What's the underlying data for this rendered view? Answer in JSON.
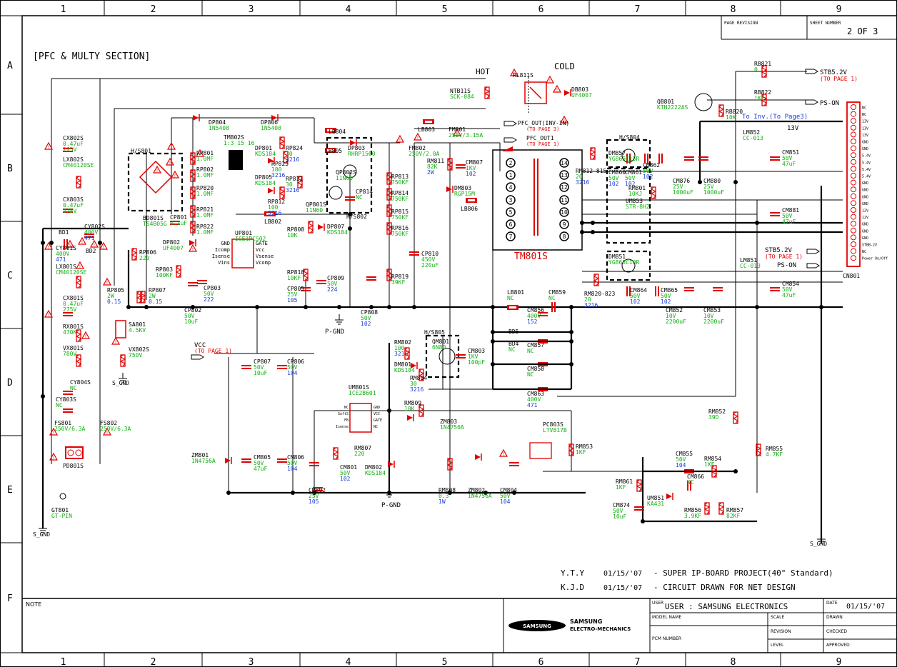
{
  "frame": {
    "columns": [
      "1",
      "2",
      "3",
      "4",
      "5",
      "6",
      "7",
      "8",
      "9"
    ],
    "rows": [
      "A",
      "B",
      "C",
      "D",
      "E",
      "F"
    ],
    "page_revision_label": "PAGE REVISION",
    "sheet_number_label": "SHEET NUMBER",
    "sheet_number": "2 OF 3"
  },
  "section_title": "[PFC & MULTY SECTION]",
  "labels": {
    "hot": "HOT",
    "cold": "COLD",
    "to_inv": "To Inv.(To Page3)",
    "v13": "13V",
    "p_gnd": "P-GND",
    "s_gnd": "S_GND",
    "tm801s": "TM801S",
    "vcc": "VCC",
    "to_page1": "(TO PAGE 1)"
  },
  "connectors": {
    "stb5v": "STB5.2V",
    "stb5v_sub": "(TO PAGE 1)",
    "ps_on": "PS-ON",
    "pfc_out_inv": "PFC_OUT(INV-IN)",
    "pfc_out_inv_sub": "(TO PAGE 3)",
    "pfc_out1": "PFC_OUT1",
    "pfc_out1_sub": "(TO PAGE 1)",
    "stb_lower": "STB5.2V",
    "stb_lower_sub": "(TO PAGE 1)",
    "ps_on_lower": "PS-ON"
  },
  "cn801_pins": [
    "NC",
    "NC",
    "13V",
    "13V",
    "13V",
    "GND",
    "GND",
    "5.4V",
    "5.4V",
    "5.4V",
    "5.4V",
    "GND",
    "GND",
    "GND",
    "GND",
    "12V",
    "12V",
    "GND",
    "GND",
    "GND",
    "STBB-2V",
    "NC",
    "Power On/Off"
  ],
  "cn801_label": "CN801",
  "tm_pins": [
    "2",
    "1",
    "4",
    "3",
    "5",
    "6",
    "7",
    "14",
    "13",
    "12",
    "11",
    "10",
    "9",
    "8"
  ],
  "ic_pins_up801": [
    "GND",
    "Icomp",
    "Isense",
    "Vins",
    "GATE",
    "Vcc",
    "Vsense",
    "Vcomp"
  ],
  "ic_pins_um801": [
    "NC",
    "SoftS",
    "FB",
    "Isense",
    "GND",
    "VCC",
    "GATE",
    "NC"
  ],
  "components": [
    {
      "ref": "CX802S",
      "val": "0.47uF",
      "val2": "275V"
    },
    {
      "ref": "LX802S",
      "val": "CM40120SE"
    },
    {
      "ref": "CX803S",
      "val": "0.47uF",
      "val2": "275V"
    },
    {
      "ref": "CY802S",
      "val": "400V",
      "val2": "471"
    },
    {
      "ref": "BD1"
    },
    {
      "ref": "CY801S",
      "val": "400V",
      "val2": "471"
    },
    {
      "ref": "BD2"
    },
    {
      "ref": "LX801S",
      "val": "CM40120SE"
    },
    {
      "ref": "CX801S",
      "val": "0.47uF",
      "val2": "275V"
    },
    {
      "ref": "RX801S",
      "val": "470K"
    },
    {
      "ref": "VX801S",
      "val": "780V"
    },
    {
      "ref": "CY804S",
      "val": "NC"
    },
    {
      "ref": "CY803S",
      "val": "NC"
    },
    {
      "ref": "FS801",
      "val": "250V/6.3A"
    },
    {
      "ref": "FS802",
      "val": "250V/6.3A"
    },
    {
      "ref": "PD801S"
    },
    {
      "ref": "GT801",
      "val": "GT-PIN"
    },
    {
      "ref": "SA801",
      "val": "4.5KV"
    },
    {
      "ref": "VX802S",
      "val": "750V"
    },
    {
      "ref": "H/S801"
    },
    {
      "ref": "BD801S",
      "val": "TS4B05G"
    },
    {
      "ref": "RP805",
      "val": "2W",
      "val2": "0.15"
    },
    {
      "ref": "RP807",
      "val": "2W",
      "val2": "0.15"
    },
    {
      "ref": "RP806",
      "val": "220"
    },
    {
      "ref": "RP803",
      "val": "100KF"
    },
    {
      "ref": "DP802",
      "val": "UF4007"
    },
    {
      "ref": "CP801",
      "val": "0.1uF"
    },
    {
      "ref": "CP802",
      "val": "50V",
      "val2": "10uF"
    },
    {
      "ref": "CP803",
      "val": "50V",
      "val2": "222"
    },
    {
      "ref": "DP804",
      "val": "1N5408"
    },
    {
      "ref": "DP806",
      "val": "1N5408"
    },
    {
      "ref": "TM802S",
      "val": "1:3 15 16"
    },
    {
      "ref": "RP801",
      "val": "1.0MF"
    },
    {
      "ref": "RP802",
      "val": "1.0MF"
    },
    {
      "ref": "RP820",
      "val": "1.0MF"
    },
    {
      "ref": "RP821",
      "val": "1.0MF"
    },
    {
      "ref": "RP822",
      "val": "1.0MF"
    },
    {
      "ref": "UP801",
      "val": "ICE1PCS02"
    },
    {
      "ref": "DP801",
      "val": "KDS184"
    },
    {
      "ref": "RP824",
      "val": "30",
      "val2": "3216"
    },
    {
      "ref": "RP825",
      "val": "100",
      "val2": "3216"
    },
    {
      "ref": "DP805",
      "val": "KDS184"
    },
    {
      "ref": "RP811",
      "val": "30",
      "val2": "3216"
    },
    {
      "ref": "RP812",
      "val": "100",
      "val2": "3216"
    },
    {
      "ref": "LB804"
    },
    {
      "ref": "LB805"
    },
    {
      "ref": "LB802"
    },
    {
      "ref": "QP802S",
      "val": "11N60"
    },
    {
      "ref": "QP801S",
      "val": "11N60"
    },
    {
      "ref": "DP803",
      "val": "RHRP1560"
    },
    {
      "ref": "H/S802"
    },
    {
      "ref": "CP814",
      "val": "NC"
    },
    {
      "ref": "RP813",
      "val": "750KF"
    },
    {
      "ref": "RP814",
      "val": "750KF"
    },
    {
      "ref": "RP815",
      "val": "750KF"
    },
    {
      "ref": "RP816",
      "val": "750KF"
    },
    {
      "ref": "RP819",
      "val": "39KF"
    },
    {
      "ref": "RP808",
      "val": "10K"
    },
    {
      "ref": "DP807",
      "val": "KDS184"
    },
    {
      "ref": "RP818",
      "val": "10KF"
    },
    {
      "ref": "CP809",
      "val": "50V",
      "val2": "224"
    },
    {
      "ref": "CP805",
      "val": "25V",
      "val2": "105"
    },
    {
      "ref": "CP808",
      "val": "50V",
      "val2": "102"
    },
    {
      "ref": "CP810",
      "val": "450V",
      "val2": "220uF"
    },
    {
      "ref": "LB803"
    },
    {
      "ref": "FM801",
      "val": "250V/3.15A"
    },
    {
      "ref": "FM802",
      "val": "250V/2.0A"
    },
    {
      "ref": "NTB11S",
      "val": "SCK-084"
    },
    {
      "ref": "RL811S"
    },
    {
      "ref": "DB803",
      "val": "UF4007"
    },
    {
      "ref": "RM811",
      "val": "82K",
      "val2": "2W"
    },
    {
      "ref": "CM807",
      "val": "1KV",
      "val2": "102"
    },
    {
      "ref": "DM803",
      "val": "RGP15M"
    },
    {
      "ref": "LB806"
    },
    {
      "ref": "QB801",
      "val": "KTN2222AS"
    },
    {
      "ref": "RB821",
      "val": "0"
    },
    {
      "ref": "RB822",
      "val": "1KF"
    },
    {
      "ref": "RB820",
      "val": "10K"
    },
    {
      "ref": "H/S804"
    },
    {
      "ref": "DM857",
      "val": "YG865C15R"
    },
    {
      "ref": "RM812-815",
      "val": "20",
      "val2": "3216"
    },
    {
      "ref": "CM860",
      "val": "50V",
      "val2": "102"
    },
    {
      "ref": "CM861",
      "val": "50V",
      "val2": "102"
    },
    {
      "ref": "CM862",
      "val": "50V",
      "val2": "102"
    },
    {
      "ref": "RM801",
      "val": "10KJ"
    },
    {
      "ref": "UM853",
      "val": "STR-8H2"
    },
    {
      "ref": "CM876",
      "val": "25V",
      "val2": "1000uF"
    },
    {
      "ref": "CM880",
      "val": "25V",
      "val2": "1000uF"
    },
    {
      "ref": "LM852",
      "val": "CC-013"
    },
    {
      "ref": "CM851",
      "val": "50V",
      "val2": "47uF"
    },
    {
      "ref": "CM881",
      "val": "50V",
      "val2": "47uF"
    },
    {
      "ref": "DM851",
      "val": "YG865C10R"
    },
    {
      "ref": "RM820-823",
      "val": "20",
      "val2": "3216"
    },
    {
      "ref": "CM864",
      "val": "50V",
      "val2": "102"
    },
    {
      "ref": "CM865",
      "val": "50V",
      "val2": "102"
    },
    {
      "ref": "LM851",
      "val": "CC-013"
    },
    {
      "ref": "CM854",
      "val": "50V",
      "val2": "47uF"
    },
    {
      "ref": "CM852",
      "val": "10V",
      "val2": "2200uF"
    },
    {
      "ref": "CM853",
      "val": "10V",
      "val2": "2200uF"
    },
    {
      "ref": "LB801",
      "val": "NC"
    },
    {
      "ref": "CM859",
      "val": "NC"
    },
    {
      "ref": "CM856",
      "val": "400V",
      "val2": "152"
    },
    {
      "ref": "BD5"
    },
    {
      "ref": "BD4",
      "val": "NC"
    },
    {
      "ref": "CM857",
      "val": "NC"
    },
    {
      "ref": "CM858",
      "val": "NC"
    },
    {
      "ref": "CM863",
      "val": "400V",
      "val2": "471"
    },
    {
      "ref": "RM802",
      "val": "100",
      "val2": "3216"
    },
    {
      "ref": "DM801",
      "val": "KDS184"
    },
    {
      "ref": "H/S805"
    },
    {
      "ref": "QM801",
      "val": "6N80"
    },
    {
      "ref": "CM803",
      "val": "1KV",
      "val2": "100pF"
    },
    {
      "ref": "RM804",
      "val": "30",
      "val2": "3216"
    },
    {
      "ref": "CP807",
      "val": "50V",
      "val2": "10uF"
    },
    {
      "ref": "CP806",
      "val": "50V",
      "val2": "104"
    },
    {
      "ref": "UM801S",
      "val": "ICE2B601"
    },
    {
      "ref": "RM809",
      "val": "10K"
    },
    {
      "ref": "ZM803",
      "val": "1N4756A"
    },
    {
      "ref": "PC803S",
      "val": "LTV817B"
    },
    {
      "ref": "RM852",
      "val": "39D"
    },
    {
      "ref": "ZM801",
      "val": "1N4756A"
    },
    {
      "ref": "CM805",
      "val": "50V",
      "val2": "47uF"
    },
    {
      "ref": "CM806",
      "val": "50V",
      "val2": "104"
    },
    {
      "ref": "RM807",
      "val": "220"
    },
    {
      "ref": "CM801",
      "val": "50V",
      "val2": "102"
    },
    {
      "ref": "DM802",
      "val": "KDS184"
    },
    {
      "ref": "CM802",
      "val": "25V",
      "val2": "105"
    },
    {
      "ref": "RM808",
      "val": "0.3",
      "val2": "1W"
    },
    {
      "ref": "ZM802",
      "val": "1N4756A"
    },
    {
      "ref": "CM804",
      "val": "50V",
      "val2": "104"
    },
    {
      "ref": "RM853",
      "val": "1KF"
    },
    {
      "ref": "CM855",
      "val": "50V",
      "val2": "104"
    },
    {
      "ref": "RM854",
      "val": "1KF"
    },
    {
      "ref": "CM866",
      "val": "NC"
    },
    {
      "ref": "RM855",
      "val": "4.7KF"
    },
    {
      "ref": "RM861",
      "val": "1KF"
    },
    {
      "ref": "UM851",
      "val": "KA431"
    },
    {
      "ref": "CM874",
      "val": "50V",
      "val2": "10uF"
    },
    {
      "ref": "RM856",
      "val": "3.9KF"
    },
    {
      "ref": "RM857",
      "val": "82KF"
    }
  ],
  "notes": [
    {
      "who": "Y.T.Y",
      "date": "01/15/'07",
      "text": "- SUPER IP-BOARD PROJECT(40\" Standard)"
    },
    {
      "who": "K.J.D",
      "date": "01/15/'07",
      "text": "- CIRCUIT DRAWN FOR NET DESIGN"
    }
  ],
  "title_block": {
    "note_label": "NOTE",
    "company_top": "SAMSUNG",
    "company": "SAMSUNG",
    "company_sub": "ELECTRO-MECHANICS",
    "user_label": "USER",
    "user_value": "USER : SAMSUNG ELECTRONICS",
    "date_label": "DATE",
    "date_value": "01/15/'07",
    "model_label": "MODEL NAME",
    "scale_label": "SCALE",
    "drawn_label": "DRAWN",
    "revision_label": "REVISION",
    "checked_label": "CHECKED",
    "pcm_label": "PCM NUMBER",
    "level_label": "LEVEL",
    "approved_label": "APPROVED"
  }
}
